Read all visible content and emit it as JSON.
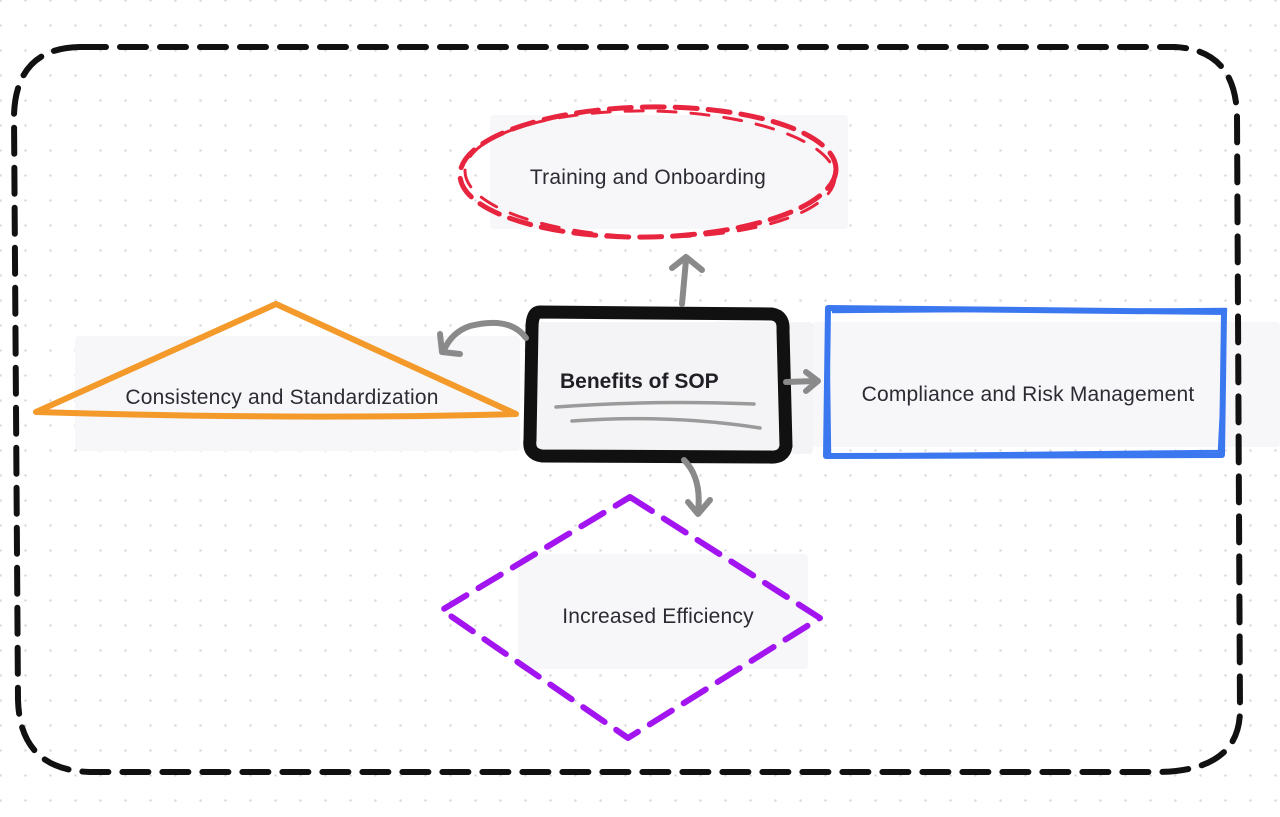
{
  "diagram": {
    "center": {
      "label": "Benefits of SOP",
      "icon": "sop-center-box"
    },
    "nodes": {
      "training": {
        "label": "Training and Onboarding",
        "shape": "ellipse",
        "color": "#e8253f"
      },
      "consistency": {
        "label": "Consistency and Standardization",
        "shape": "triangle",
        "color": "#f39a2b"
      },
      "compliance": {
        "label": "Compliance and Risk Management",
        "shape": "rectangle",
        "color": "#3b78f0"
      },
      "efficiency": {
        "label": "Increased Efficiency",
        "shape": "diamond",
        "color": "#a215f0"
      }
    },
    "colors": {
      "frame": "#111111",
      "arrows": "#8a8a8a",
      "center_border": "#111111"
    }
  }
}
